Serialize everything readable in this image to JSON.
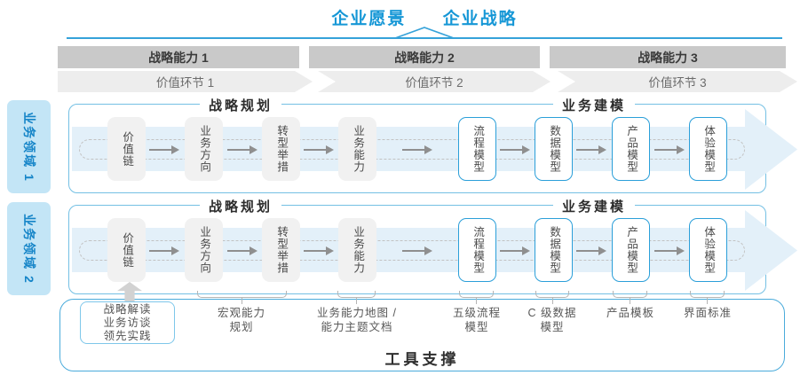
{
  "header": {
    "vision": "企业愿景",
    "strategy": "企业战略"
  },
  "strategic_capabilities": [
    "战略能力 1",
    "战略能力 2",
    "战略能力 3"
  ],
  "value_links": [
    "价值环节 1",
    "价值环节 2",
    "价值环节 3"
  ],
  "domains": [
    "业务领域 1",
    "业务领域 2"
  ],
  "row": {
    "planning_title": "战略规划",
    "modeling_title": "业务建模",
    "gray_boxes": [
      "价值链",
      "业务方向",
      "转型举措",
      "业务能力"
    ],
    "blue_boxes": [
      "流程模型",
      "数据模型",
      "产品模型",
      "体验模型"
    ]
  },
  "annotations": {
    "interview_box": [
      "战略解读",
      "业务访谈",
      "领先实践"
    ],
    "labels": [
      {
        "lines": [
          "宏观能力",
          "规划"
        ]
      },
      {
        "lines": [
          "业务能力地图 /",
          "能力主题文档"
        ]
      },
      {
        "lines": [
          "五级流程",
          "模型"
        ]
      },
      {
        "lines": [
          "C 级数据",
          "模型"
        ]
      },
      {
        "lines": [
          "产品模板"
        ]
      },
      {
        "lines": [
          "界面标准"
        ]
      }
    ]
  },
  "footer": {
    "tool_support": "工具支撑"
  },
  "colors": {
    "accent_blue": "#1697d6",
    "line_blue": "#35a2d9",
    "box_border_blue": "#2b9fd9",
    "panel_border_blue": "#74c0e4",
    "domain_fill": "#c3e5f6",
    "capability_bar_gray": "#c9c9c9",
    "chevron_gray": "#ededed",
    "flow_band_blue": "#e3f0f9",
    "gray_box_fill": "#f1f1f1"
  }
}
